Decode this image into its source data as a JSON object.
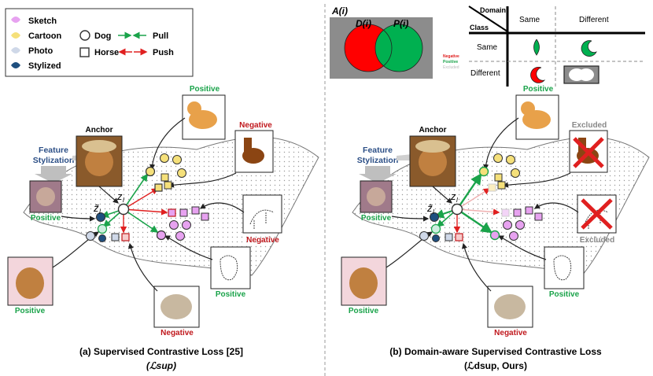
{
  "legend": {
    "domains": [
      {
        "label": "Sketch",
        "color": "#e7a2f0"
      },
      {
        "label": "Cartoon",
        "color": "#f5e07a"
      },
      {
        "label": "Photo",
        "color": "#cfd8e8"
      },
      {
        "label": "Stylized",
        "color": "#1f4f7f"
      }
    ],
    "classes": [
      {
        "label": "Dog",
        "shape": "circle-icon"
      },
      {
        "label": "Horse",
        "shape": "square-icon"
      }
    ],
    "forces": [
      {
        "label": "Pull",
        "color": "#1aa34a"
      },
      {
        "label": "Push",
        "color": "#e02020"
      }
    ]
  },
  "labels": {
    "positive": "Positive",
    "negative": "Negative",
    "excluded": "Excluded",
    "anchor": "Anchor",
    "feature_stylization": "Feature\nStylization",
    "z_l": "z",
    "z_l_sub": "l",
    "z_tilde": "z̃",
    "z_tilde_sub": "l"
  },
  "venn": {
    "title": "A(i)",
    "left": "D(i)",
    "right": "P(i)",
    "key": [
      {
        "label": "Negative",
        "color": "#e02020"
      },
      {
        "label": "Positive",
        "color": "#1aa34a"
      },
      {
        "label": "Excluded",
        "color": "#bbbbbb"
      }
    ]
  },
  "matrix": {
    "corner_top": "Domain",
    "corner_left": "Class",
    "col_headers": [
      "Same",
      "Different"
    ],
    "row_headers": [
      "Same",
      "Different"
    ]
  },
  "captions": {
    "a_line1": "(a)  Supervised Contrastive Loss [25]",
    "a_line2": "(ℒsup)",
    "b_line1": "(b) Domain-aware Supervised Contrastive Loss",
    "b_line2": "(ℒdsup, Ours)"
  },
  "colors": {
    "pull": "#1aa34a",
    "push": "#e02020",
    "negative_text": "#c0181d",
    "positive_text": "#1aa34a",
    "excluded_text": "#888888",
    "stylization_text": "#2c4f86",
    "venn_red": "#ff0000",
    "venn_green": "#00b050",
    "venn_bg": "#8c8c8c"
  }
}
